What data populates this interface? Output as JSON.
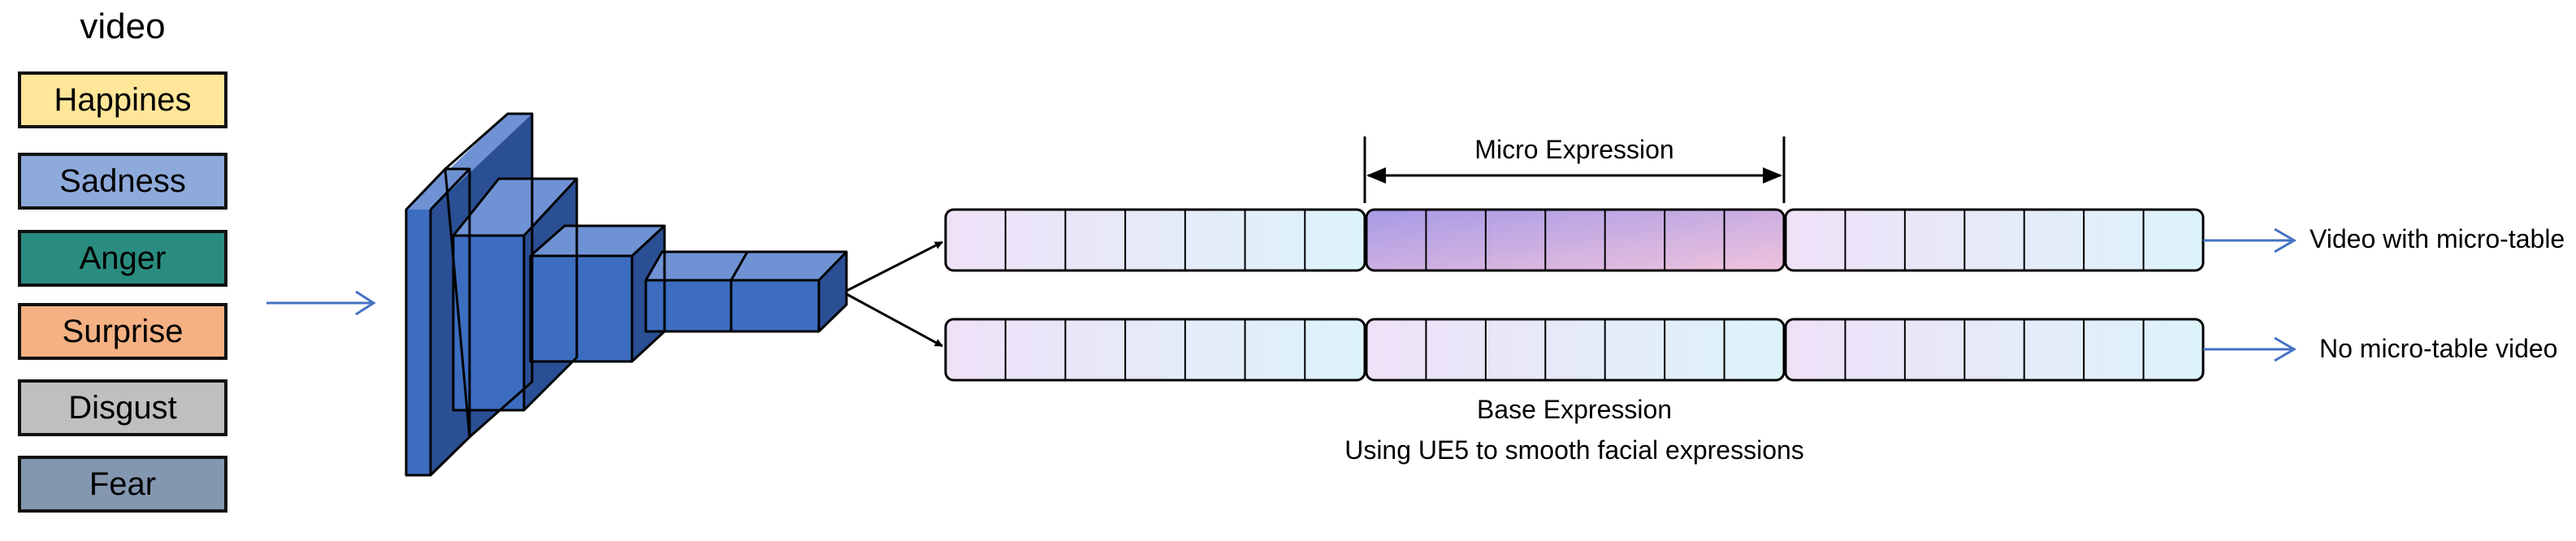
{
  "video_label": "video",
  "emotions": [
    {
      "label": "Happines",
      "color": "#FFE699"
    },
    {
      "label": "Sadness",
      "color": "#8EAADB"
    },
    {
      "label": "Anger",
      "color": "#2A8C80"
    },
    {
      "label": "Surprise",
      "color": "#F4B183"
    },
    {
      "label": "Disgust",
      "color": "#BFBFBF"
    },
    {
      "label": "Fear",
      "color": "#8497B0"
    }
  ],
  "micro_expression_label": "Micro Expression",
  "base_expression_label": "Base Expression",
  "ue5_caption": "Using UE5 to smooth facial expressions",
  "output_top_label": "Video with micro-table",
  "output_bottom_label": "No micro-table video",
  "colors": {
    "cnn_front": "#3D6DC0",
    "cnn_top": "#6F92D4",
    "cnn_side": "#2B4F94",
    "arrow_blue": "#4472C4",
    "frame_gradient_start": "#EEE1F7",
    "frame_gradient_end": "#DDF3FA",
    "micro_gradient_start": "#A79AE6",
    "micro_gradient_end": "#EFC3DD"
  }
}
